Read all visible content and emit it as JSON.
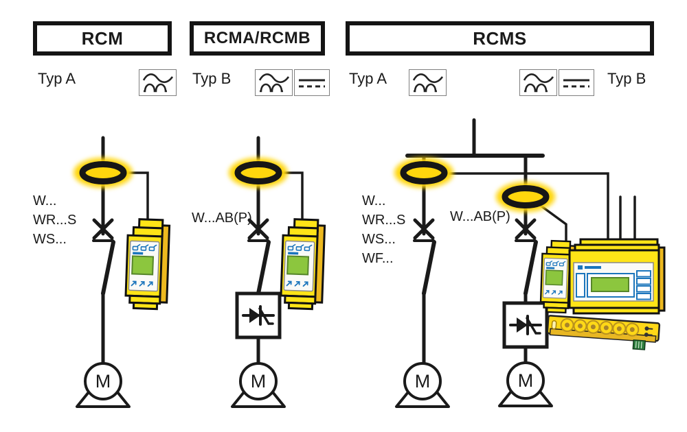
{
  "headers": {
    "rcm": "RCM",
    "rcma_rcmb": "RCMA/RCMB",
    "rcms": "RCMS"
  },
  "type_labels": {
    "rcm_type": "Typ A",
    "rcma_type": "Typ B",
    "rcms_type_a": "Typ A",
    "rcms_type_b": "Typ B"
  },
  "icons": {
    "wave_icon": "ac-pulsating-current-icon",
    "dc_icon": "smooth-dc-current-icon"
  },
  "circuits": {
    "motor_label": "M",
    "rcm": {
      "transformer_labels": [
        "W...",
        "WR...S",
        "WS..."
      ]
    },
    "rcma_rcmb": {
      "transformer_label": "W...AB(P)"
    },
    "rcms": {
      "left_transformer_labels": [
        "W...",
        "WR...S",
        "WS...",
        "WF..."
      ],
      "right_transformer_label": "W...AB(P)"
    }
  },
  "colors": {
    "ct_halo": "#FFD60A",
    "device_yellow": "#FFE417",
    "device_yellow_dark": "#EDB91F",
    "display_green": "#8CC63E",
    "accent_blue": "#1B75BC",
    "line_color": "#1a1a1a"
  }
}
